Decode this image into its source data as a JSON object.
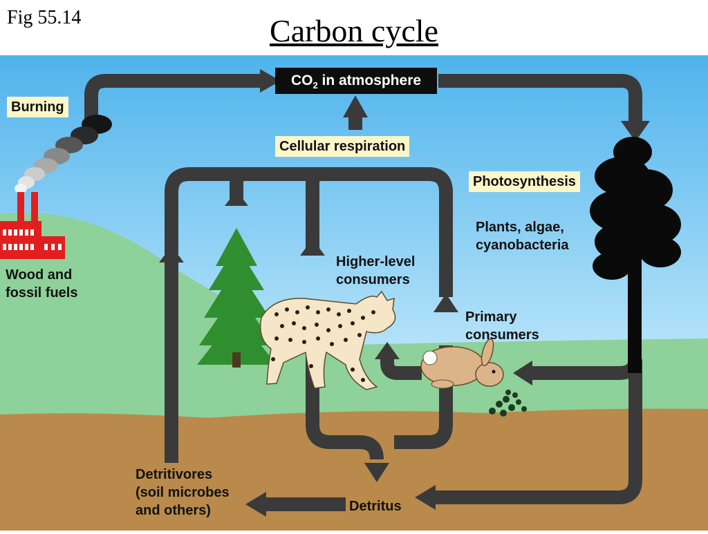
{
  "figure_label": "Fig 55.14",
  "title": "Carbon cycle",
  "atmosphere": {
    "prefix": "CO",
    "subscript": "2",
    "suffix": " in atmosphere"
  },
  "labels": {
    "burning": "Burning",
    "cellular_respiration": "Cellular respiration",
    "photosynthesis": "Photosynthesis",
    "producers": [
      "Plants, algae,",
      "cyanobacteria"
    ],
    "higher_consumers": [
      "Higher-level",
      "consumers"
    ],
    "primary_consumers": [
      "Primary",
      "consumers"
    ],
    "fuels": [
      "Wood and",
      "fossil fuels"
    ],
    "detritivores": [
      "Detritivores",
      "(soil microbes",
      "and others)"
    ],
    "detritus": "Detritus"
  },
  "colors": {
    "sky": "#6ec5ef",
    "grass": "#8ed19a",
    "soil": "#b98a4b",
    "arrow": "#3a3a3a",
    "factory": "#e21f1f",
    "conifer": "#2f8f2f",
    "label_bg": "#fdf6c8"
  },
  "icons": [
    "factory-icon",
    "smoke-icon",
    "conifer-tree-icon",
    "deciduous-tree-icon",
    "lynx-icon",
    "rabbit-icon",
    "plant-sprig-icon"
  ]
}
